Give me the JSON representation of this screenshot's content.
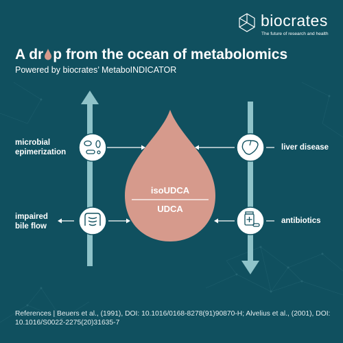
{
  "brand": {
    "name": "biocrates",
    "tagline": "The future of research and health"
  },
  "header": {
    "title_part1": "A dr",
    "title_part2": "p from the ocean of metabolomics",
    "subtitle": "Powered by biocrates’ MetaboINDICATOR"
  },
  "diagram": {
    "drop_top_label": "isoUDCA",
    "drop_bottom_label": "UDCA",
    "left_factors": [
      {
        "label": "microbial epimerization",
        "icon": "bacteria-icon"
      },
      {
        "label": "impaired bile flow",
        "icon": "intestine-icon"
      }
    ],
    "right_factors": [
      {
        "label": "liver disease",
        "icon": "liver-icon"
      },
      {
        "label": "antibiotics",
        "icon": "medication-icon"
      }
    ],
    "colors": {
      "background": "#10505f",
      "drop": "#d69a8c",
      "arrow": "#8fc3c9",
      "icon_circle": "#ffffff"
    }
  },
  "footer": {
    "references": "References | Beuers et al., (1991), DOI: 10.1016/0168-8278(91)90870-H; Alvelius et al., (2001), DOI: 10.1016/S0022-2275(20)31635-7"
  }
}
